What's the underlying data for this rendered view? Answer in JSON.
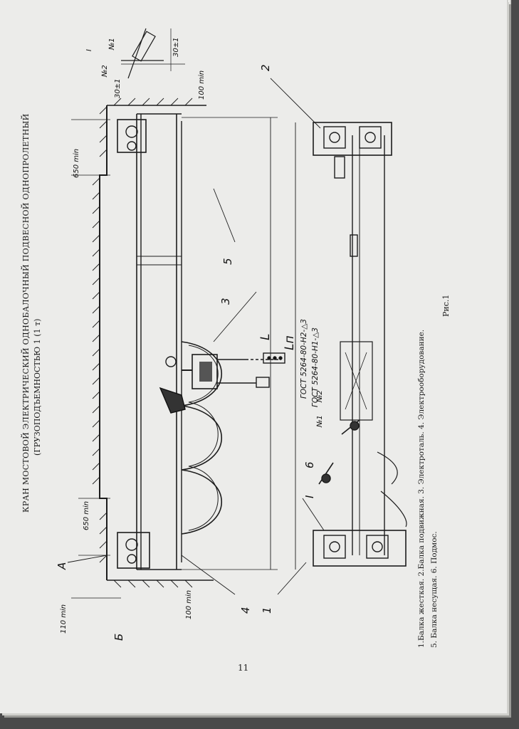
{
  "title": {
    "line1": "КРАН МОСТОВОЙ ЭЛЕКТРИЧЕСКИЙ ОДНОБАЛОЧНЫЙ ПОДВЕСНОЙ ОДНОПРОЛЕТНЫЙ",
    "line2": "(ГРУЗОПОДЪЕМНОСТЬЮ",
    "capacity": "1 (1 т)"
  },
  "caption": {
    "line1": "1.Балка жесткая. 2.Балка подвижная. 3. Электроталь. 4. Электрооборудование.",
    "line2": "5. Балка несущая. 6. Подмос."
  },
  "figure_label": "Рис.1",
  "page_number": "11",
  "callouts": {
    "n1": "1",
    "n2": "2",
    "n3": "3",
    "n4": "4",
    "n5": "5",
    "n6": "6",
    "section": "I",
    "view_a": "A",
    "view_b": "Б"
  },
  "dimensions": {
    "d650_top": "650 min",
    "d650_bottom": "650 min",
    "d100_top": "100 min",
    "d100_bottom": "100 min",
    "d110": "110 min",
    "span_L": "L",
    "span_Ln": "Lп",
    "d30_a": "30±1",
    "d30_b": "30±1"
  },
  "weld_notes": {
    "gost1": "ГОСТ 5264-80-Н2-△3",
    "gost2": "ГОСТ 5264-80-Н1-△3"
  },
  "detail_marks": {
    "no1": "№1",
    "no2": "№2",
    "no1_b": "№1",
    "no2_b": "№2",
    "sec": "I"
  }
}
